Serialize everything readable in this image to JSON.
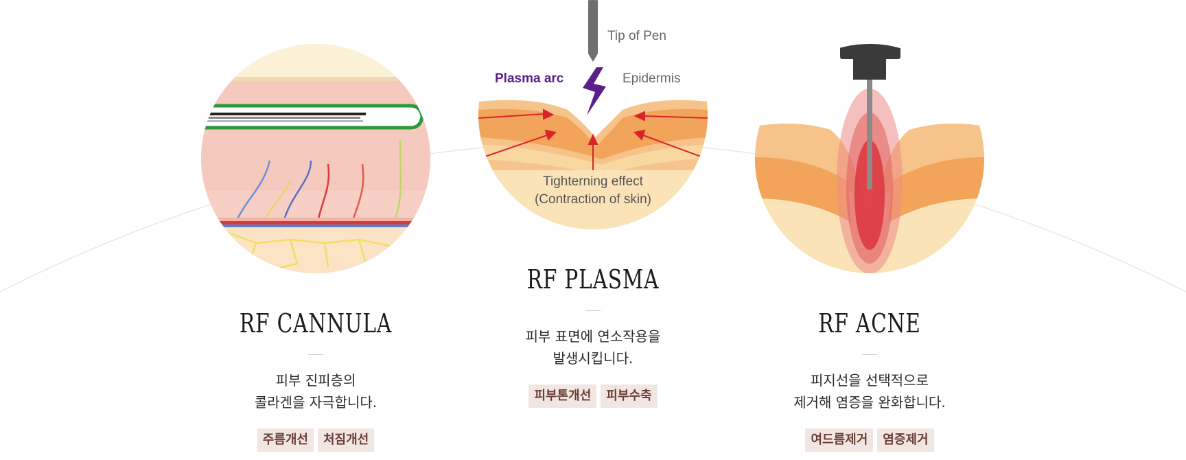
{
  "panels": [
    {
      "title": "RF CANNULA",
      "desc_lines": [
        "피부 진피층의",
        "콜라겐을 자극합니다."
      ],
      "tags": [
        "주름개선",
        "처짐개선"
      ]
    },
    {
      "title": "RF PLASMA",
      "desc_lines": [
        "피부 표면에 연소작용을",
        "발생시킵니다."
      ],
      "tags": [
        "피부톤개선",
        "피부수축"
      ],
      "diagram_labels": {
        "tip": "Tip of Pen",
        "plasma": "Plasma arc",
        "epidermis": "Epidermis",
        "effect_line1": "Tighterning effect",
        "effect_line2": "(Contraction of skin)"
      }
    },
    {
      "title": "RF ACNE",
      "desc_lines": [
        "피지선을 선택적으로",
        "제거해 염증을 완화합니다."
      ],
      "tags": [
        "여드름제거",
        "염증제거"
      ]
    }
  ],
  "colors": {
    "plasma_label": "#5b1f8a",
    "tag_bg": "#f2e6e2",
    "tag_text": "#6b3d36",
    "arrow": "#d9252a"
  }
}
